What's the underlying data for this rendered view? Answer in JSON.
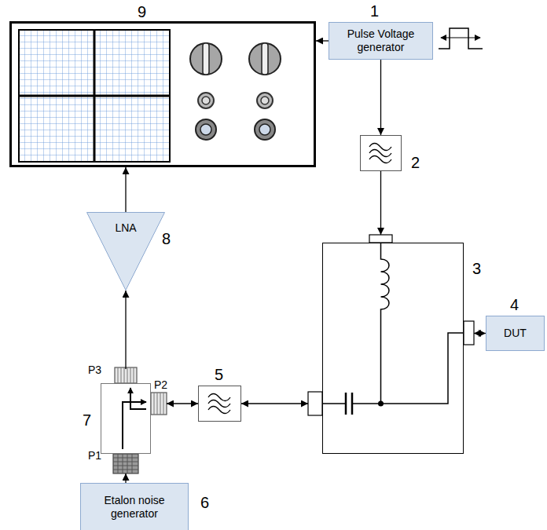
{
  "diagram": {
    "nodes": [
      {
        "text": [
          "9"
        ]
      },
      {
        "text": [
          "Pulse Voltage generator",
          "1"
        ]
      },
      {
        "text": [
          "2"
        ]
      },
      {
        "text": [
          "3"
        ]
      },
      {
        "text": [
          "DUT",
          "4"
        ]
      },
      {
        "text": [
          "5"
        ]
      },
      {
        "text": [
          "Etalon noise generator",
          "6"
        ]
      },
      {
        "text": [
          "7"
        ]
      },
      {
        "text": [
          "LNA",
          "8"
        ]
      }
    ],
    "edges": [
      {
        "from": 1,
        "to": 0,
        "arrow": "to"
      },
      {
        "from": 1,
        "to": 2,
        "arrow": "to"
      },
      {
        "from": 2,
        "to": 3,
        "arrow": "to"
      },
      {
        "from": 3,
        "to": 4,
        "arrow": "both"
      },
      {
        "from": 3,
        "to": 5,
        "arrow": "both"
      },
      {
        "from": 5,
        "to": 7,
        "arrow": "both"
      },
      {
        "from": 6,
        "to": 7,
        "arrow": "to"
      },
      {
        "from": 7,
        "to": 8,
        "arrow": "to"
      },
      {
        "from": 8,
        "to": 0,
        "arrow": "to"
      }
    ],
    "labels": [
      "P1",
      "P2",
      "P3"
    ]
  }
}
